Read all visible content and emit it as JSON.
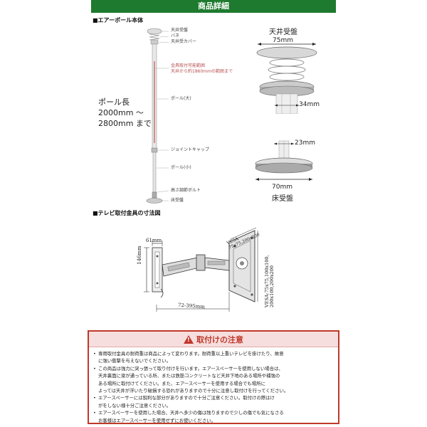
{
  "header": {
    "title": "商品詳細"
  },
  "section1": {
    "title": "■エアーポール本体",
    "labels": {
      "ceiling_plate": "天井受盤",
      "spring": "バネ",
      "ceiling_cover": "天井受カバー",
      "mount_range_1": "金具取付可能範囲",
      "mount_range_2": "天井から約1860mmの範囲まで",
      "pole_large": "ポール(大)",
      "joint_cap": "ジョイントキャップ",
      "pole_small": "ポール(小)",
      "height_bolt": "高さ調節ボルト",
      "floor_plate": "床受盤"
    },
    "pole_length": {
      "line1": "ポール長",
      "line2": "2000mm ～",
      "line3": "2800mm まで"
    },
    "ceiling_detail": {
      "title": "天井受盤",
      "diameter": "75mm",
      "pole_dia": "34mm"
    },
    "floor_detail": {
      "pole_dia": "23mm",
      "diameter": "70mm",
      "title": "床受盤"
    }
  },
  "section2": {
    "title": "■テレビ取付金具の寸法図",
    "dims": {
      "vesa1": "VESA",
      "vesa1b": "75x75,200x200",
      "vesa2": "VESA:75x75,100x100,",
      "vesa2b": "200x100,200x200",
      "d61": "61mm",
      "d146": "146mm",
      "d72_395": "72-395mm"
    }
  },
  "notice": {
    "title": "取付けの注意",
    "items": [
      "専用取付金具の耐荷重は商品によって変わります。耐荷重以上重いテレビを掛けたり、故意",
      "に強い衝撃を与えないでください。",
      "この商品は強力に突っ張って取り付けを行います。エアースペーサーを使用しない場合は、",
      "天井裏面に梁が通っている所、または鉄筋コンクリートなど天井下地のある場所や補強の",
      "ある場所に取付けてください。また、エアースペーサーを使用する場合でも場所に",
      "よっては天井が浮いたり破損する恐れがありますので十分に注意し取付けを行ってください。",
      "エアースペーサーには鋭利な部分がありますので十分ご注意ください。取付けの際はけ",
      "がをしない様十分ご注意ください。",
      "エアースペーサーを使用した場合、天井へ多少の傷は残りますので少しの傷でも気になさる",
      "お客様はエアースペーサーを使用せずにお使いください。"
    ],
    "bullets": [
      true,
      false,
      true,
      false,
      false,
      false,
      true,
      false,
      true,
      false
    ]
  }
}
